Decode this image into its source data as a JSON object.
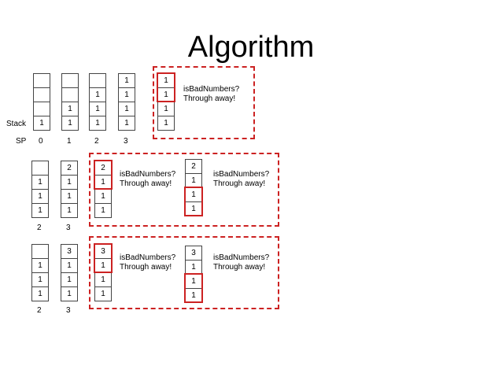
{
  "title": "Algorithm",
  "row1": {
    "stack_label": "Stack",
    "sp_label": "SP",
    "sp_values": [
      "0",
      "1",
      "2",
      "3"
    ],
    "stacks": [
      [
        "",
        "",
        "",
        "1"
      ],
      [
        "",
        "",
        "1",
        "1"
      ],
      [
        "",
        "1",
        "1",
        "1"
      ],
      [
        "1",
        "1",
        "1",
        "1"
      ]
    ],
    "boxed_stack": [
      "1",
      "1",
      "1",
      "1"
    ],
    "note": [
      "isBadNumbers?",
      "Through away!"
    ]
  },
  "row2": {
    "sp_values": [
      "2",
      "3"
    ],
    "stacks": [
      [
        "",
        "1",
        "1",
        "1"
      ],
      [
        "2",
        "1",
        "1",
        "1"
      ]
    ],
    "boxed_stacks": [
      [
        "2",
        "1",
        "1",
        "1"
      ],
      [
        "2",
        "1",
        "1",
        "1"
      ]
    ],
    "notes": [
      [
        "isBadNumbers?",
        "Through away!"
      ],
      [
        "isBadNumbers?",
        "Through away!"
      ]
    ]
  },
  "row3": {
    "sp_values": [
      "2",
      "3"
    ],
    "stacks": [
      [
        "",
        "1",
        "1",
        "1"
      ],
      [
        "3",
        "1",
        "1",
        "1"
      ]
    ],
    "boxed_stacks": [
      [
        "3",
        "1",
        "1",
        "1"
      ],
      [
        "3",
        "1",
        "1",
        "1"
      ]
    ],
    "notes": [
      [
        "isBadNumbers?",
        "Through away!"
      ],
      [
        "isBadNumbers?",
        "Through away!"
      ]
    ]
  }
}
